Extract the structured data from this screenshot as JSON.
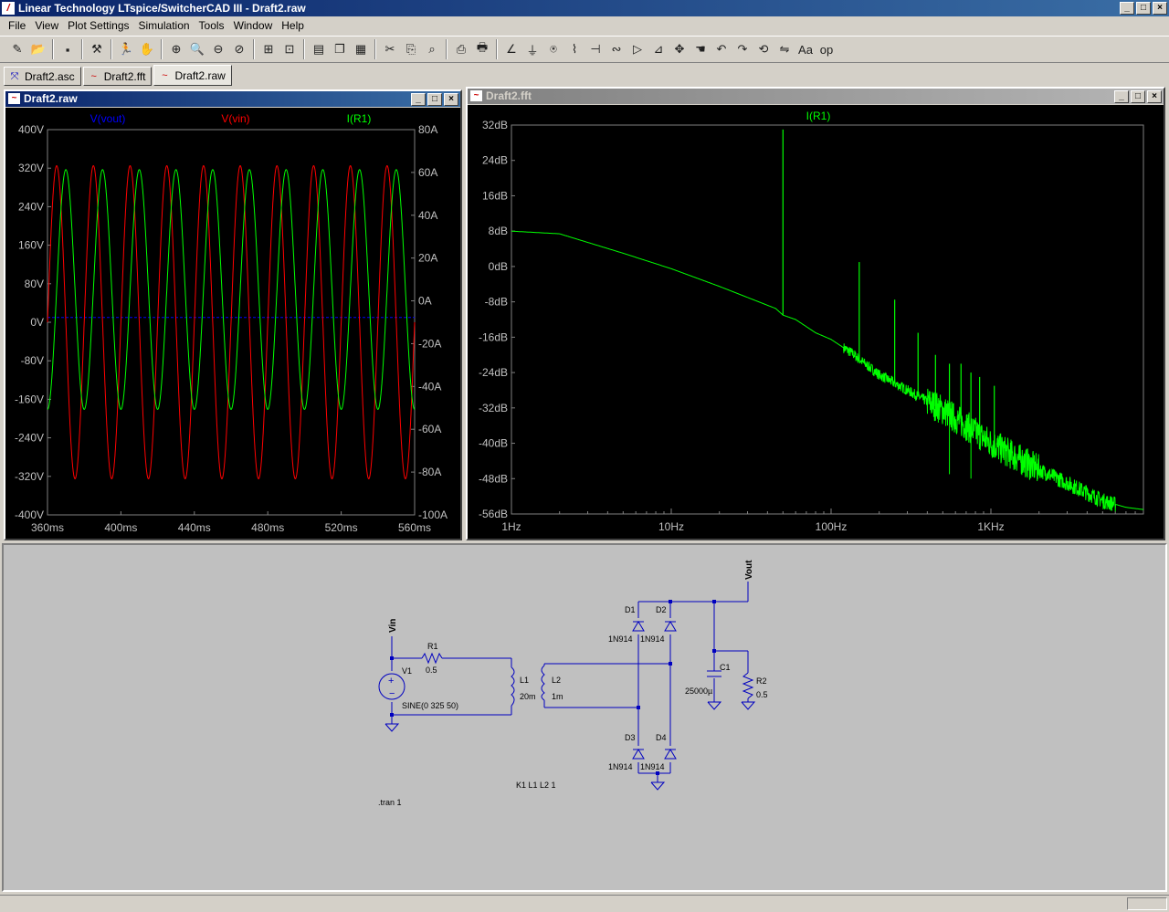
{
  "app": {
    "title": "Linear Technology LTspice/SwitcherCAD III - Draft2.raw",
    "icon_name": "ltspice-logo-icon"
  },
  "window_buttons": {
    "minimize": "_",
    "maximize": "□",
    "close": "×"
  },
  "menu": [
    "File",
    "View",
    "Plot Settings",
    "Simulation",
    "Tools",
    "Window",
    "Help"
  ],
  "toolbar_icons": [
    [
      "new-schematic-icon",
      "✎"
    ],
    [
      "open-icon",
      "📂"
    ],
    "sep",
    [
      "save-icon",
      "▪"
    ],
    "sep",
    [
      "control-panel-icon",
      "⚒"
    ],
    "sep",
    [
      "run-icon",
      "🏃"
    ],
    [
      "halt-icon",
      "✋"
    ],
    "sep",
    [
      "zoom-in-icon",
      "⊕"
    ],
    [
      "zoom-back-icon",
      "🔍"
    ],
    [
      "zoom-out-icon",
      "⊖"
    ],
    [
      "zoom-cancel-icon",
      "⊘"
    ],
    "sep",
    [
      "autorange-icon",
      "⊞"
    ],
    [
      "zoom-fit-icon",
      "⊡"
    ],
    "sep",
    [
      "tile-horizontal-icon",
      "▤"
    ],
    [
      "cascade-icon",
      "❐"
    ],
    [
      "tile-vertical-icon",
      "▦"
    ],
    "sep",
    [
      "cut-icon",
      "✂"
    ],
    [
      "copy-icon",
      "⎘"
    ],
    [
      "find-icon",
      "⌕"
    ],
    "sep",
    [
      "print-preview-icon",
      "⎙"
    ],
    [
      "print-icon",
      "🖶"
    ],
    "sep",
    [
      "wire-icon",
      "∠"
    ],
    [
      "ground-icon",
      "⏚"
    ],
    [
      "label-icon",
      "⍟"
    ],
    [
      "resistor-icon",
      "⌇"
    ],
    [
      "capacitor-icon",
      "⊣"
    ],
    [
      "inductor-icon",
      "∾"
    ],
    [
      "diode-icon",
      "▷"
    ],
    [
      "component-icon",
      "⊿"
    ],
    [
      "move-icon",
      "✥"
    ],
    [
      "drag-icon",
      "☚"
    ],
    [
      "undo-icon",
      "↶"
    ],
    [
      "redo-icon",
      "↷"
    ],
    [
      "rotate-icon",
      "⟲"
    ],
    [
      "mirror-icon",
      "⇋"
    ],
    [
      "text-icon",
      "Aa"
    ],
    [
      "spice-directive-icon",
      "op"
    ]
  ],
  "tabs": [
    {
      "label": "Draft2.asc",
      "icon": "schematic-tab-icon",
      "active": false
    },
    {
      "label": "Draft2.fft",
      "icon": "waveform-tab-icon",
      "active": false
    },
    {
      "label": "Draft2.raw",
      "icon": "waveform-tab-icon",
      "active": true
    }
  ],
  "windows": {
    "raw": {
      "title": "Draft2.raw",
      "active": true
    },
    "fft": {
      "title": "Draft2.fft",
      "active": false
    }
  },
  "chart_data": [
    {
      "type": "line",
      "series": [
        {
          "name": "V(vout)",
          "color": "#0000ff",
          "kind": "dc",
          "level": 10
        },
        {
          "name": "V(vin)",
          "color": "#ff0000",
          "kind": "sine",
          "amplitude": 325,
          "freq": 50
        },
        {
          "name": "I(R1)",
          "color": "#00ff00",
          "kind": "sine",
          "offset": 5.3,
          "amplitude": 56,
          "freq": 50,
          "phase_deg": -90
        }
      ],
      "x": {
        "min": 360,
        "max": 560,
        "unit": "ms",
        "ticks": [
          "360ms",
          "400ms",
          "440ms",
          "480ms",
          "520ms",
          "560ms"
        ]
      },
      "y_left": {
        "min": -400,
        "max": 400,
        "ticks": [
          "400V",
          "320V",
          "240V",
          "160V",
          "80V",
          "0V",
          "-80V",
          "-160V",
          "-240V",
          "-320V",
          "-400V"
        ]
      },
      "y_right": {
        "min": -100,
        "max": 80,
        "ticks": [
          "80A",
          "60A",
          "40A",
          "20A",
          "0A",
          "-20A",
          "-40A",
          "-60A",
          "-80A",
          "-100A"
        ]
      },
      "grid": false,
      "background": "#000000"
    },
    {
      "type": "line",
      "series": [
        {
          "name": "I(R1)",
          "color": "#00ff00",
          "points": [
            [
              1,
              8
            ],
            [
              2,
              7.4
            ],
            [
              5,
              3
            ],
            [
              10,
              -0.5
            ],
            [
              20,
              -4.5
            ],
            [
              30,
              -7
            ],
            [
              45,
              -9.5
            ],
            [
              50,
              -11
            ],
            [
              60,
              -12
            ],
            [
              80,
              -15
            ],
            [
              100,
              -16.5
            ],
            [
              140,
              -20
            ],
            [
              150,
              -21
            ],
            [
              200,
              -24.5
            ],
            [
              300,
              -28
            ],
            [
              500,
              -32.5
            ],
            [
              700,
              -36
            ],
            [
              1000,
              -40
            ],
            [
              2000,
              -46
            ],
            [
              3000,
              -49
            ],
            [
              5000,
              -53
            ],
            [
              7000,
              -54.5
            ],
            [
              9000,
              -55
            ]
          ],
          "spikes": [
            [
              50,
              31
            ],
            [
              150,
              1
            ],
            [
              250,
              -7.5
            ],
            [
              350,
              -15
            ],
            [
              450,
              -20
            ],
            [
              550,
              -22
            ],
            [
              650,
              -22
            ],
            [
              750,
              -24
            ],
            [
              850,
              -25
            ],
            [
              1050,
              -27
            ]
          ],
          "dips": [
            [
              550,
              -47
            ],
            [
              750,
              -48
            ]
          ]
        }
      ],
      "x": {
        "scale": "log",
        "min": 1,
        "max": 9000,
        "ticks": [
          "1Hz",
          "10Hz",
          "100Hz",
          "1KHz"
        ]
      },
      "y": {
        "min": -56,
        "max": 32,
        "ticks": [
          "32dB",
          "24dB",
          "16dB",
          "8dB",
          "0dB",
          "-8dB",
          "-16dB",
          "-24dB",
          "-32dB",
          "-40dB",
          "-48dB",
          "-56dB"
        ]
      },
      "grid": false,
      "background": "#000000"
    }
  ],
  "schematic": {
    "labels": {
      "vin": "Vin",
      "vout": "Vout",
      "r1": "R1",
      "r1_val": "0.5",
      "v1": "V1",
      "v1_val": "SINE(0 325 50)",
      "l1": "L1",
      "l1_val": "20m",
      "l2": "L2",
      "l2_val": "1m",
      "d1": "D1",
      "d2": "D2",
      "d3": "D3",
      "d4": "D4",
      "d1_model": "1N914",
      "d2_model": "1N914",
      "d3_model": "1N914",
      "d4_model": "1N914",
      "c1": "C1",
      "c1_val": "25000µ",
      "r2": "R2",
      "r2_val": "0.5",
      "coupling": "K1 L1 L2 1",
      "tran": ".tran 1"
    },
    "wire_color": "#0000c0",
    "text_color": "#000000"
  }
}
